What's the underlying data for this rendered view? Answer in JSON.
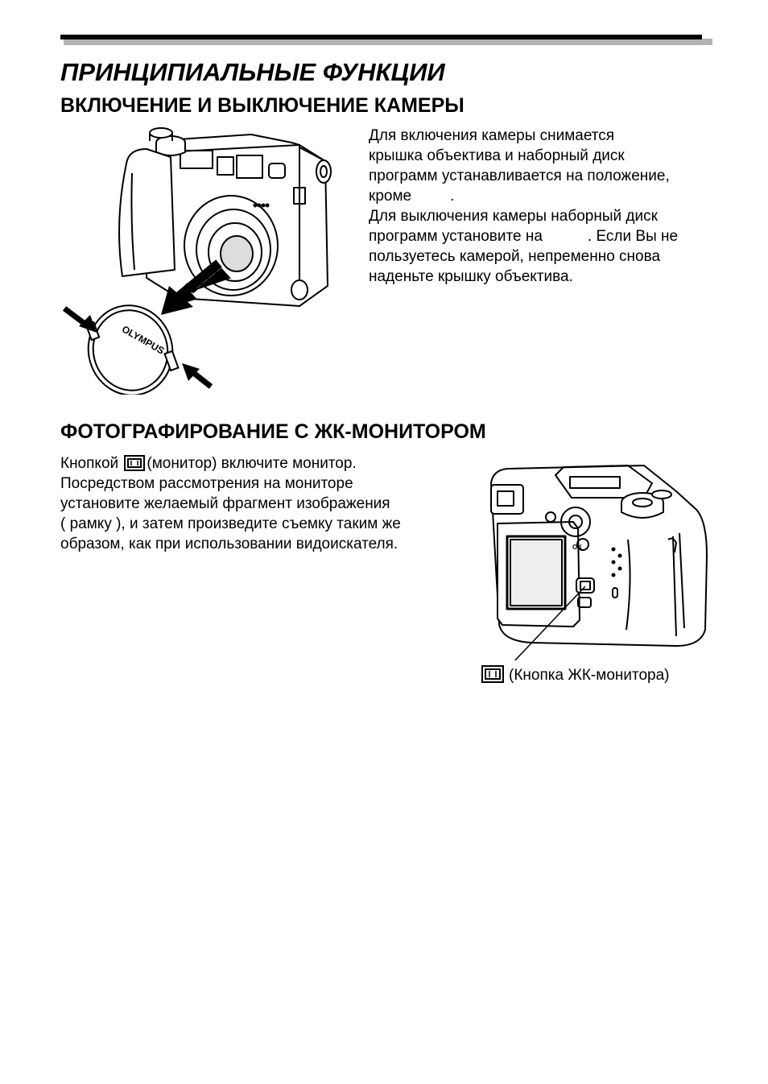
{
  "main_title": "ПРИНЦИПИАЛЬНЫЕ ФУНКЦИИ",
  "section1": {
    "title": "ВКЛЮЧЕНИЕ И ВЫКЛЮЧЕНИЕ КАМЕРЫ",
    "lines": [
      "Для включения камеры снимается",
      "крышка объектива и наборный диск",
      "программ устанавливается на положение,",
      "кроме",
      ".",
      "Для выключения камеры наборный диск",
      "программ установите на",
      ". Если Вы не",
      "пользуетесь камерой, непременно снова",
      "наденьте крышку объектива."
    ],
    "lens_cap_brand": "OLYMPUS"
  },
  "section2": {
    "title": "ФОТОГРАФИРОВАНИЕ С ЖК-МОНИТОРОМ",
    "line1_before": "Кнопкой",
    "line1_after": "(монитор) включите монитор.",
    "lines": [
      "Посредством рассмотрения на мониторе",
      "установите желаемый фрагмент изображения",
      "(  рамку  ), и затем произведите съемку таким же",
      "образом, как при использовании видоискателя."
    ],
    "ok_label": "OK",
    "caption": "(Кнопка ЖК-монитора)"
  },
  "icons": {
    "monitor_button": "monitor-icon"
  }
}
